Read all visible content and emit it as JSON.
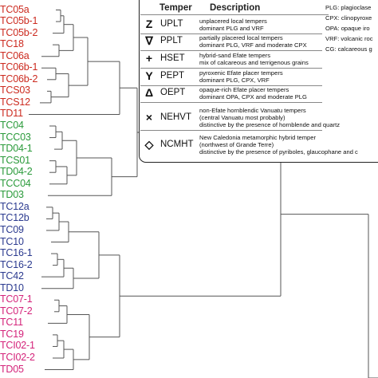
{
  "leaves": [
    {
      "label": "TC05a",
      "color": "#cc2a1f"
    },
    {
      "label": "TC05b-1",
      "color": "#cc2a1f"
    },
    {
      "label": "TC05b-2",
      "color": "#cc2a1f"
    },
    {
      "label": "TC18",
      "color": "#cc2a1f"
    },
    {
      "label": "TC06a",
      "color": "#cc2a1f"
    },
    {
      "label": "TC06b-1",
      "color": "#cc2a1f"
    },
    {
      "label": "TC06b-2",
      "color": "#cc2a1f"
    },
    {
      "label": "TCS03",
      "color": "#cc2a1f"
    },
    {
      "label": "TCS12",
      "color": "#cc2a1f"
    },
    {
      "label": "TD11",
      "color": "#cc2a1f"
    },
    {
      "label": "TC04",
      "color": "#2a9a3a"
    },
    {
      "label": "TCC03",
      "color": "#2a9a3a"
    },
    {
      "label": "TD04-1",
      "color": "#2a9a3a"
    },
    {
      "label": "TCS01",
      "color": "#2a9a3a"
    },
    {
      "label": "TD04-2",
      "color": "#2a9a3a"
    },
    {
      "label": "TCC04",
      "color": "#2a9a3a"
    },
    {
      "label": "TD03",
      "color": "#2a9a3a"
    },
    {
      "label": "TC12a",
      "color": "#2b3a8f"
    },
    {
      "label": "TC12b",
      "color": "#2b3a8f"
    },
    {
      "label": "TC09",
      "color": "#2b3a8f"
    },
    {
      "label": "TC10",
      "color": "#2b3a8f"
    },
    {
      "label": "TC16-1",
      "color": "#2b3a8f"
    },
    {
      "label": "TC16-2",
      "color": "#2b3a8f"
    },
    {
      "label": "TC42",
      "color": "#2b3a8f"
    },
    {
      "label": "TD10",
      "color": "#2b3a8f"
    },
    {
      "label": "TC07-1",
      "color": "#d4237a"
    },
    {
      "label": "TC07-2",
      "color": "#d4237a"
    },
    {
      "label": "TC11",
      "color": "#d4237a"
    },
    {
      "label": "TC19",
      "color": "#d4237a"
    },
    {
      "label": "TCI02-1",
      "color": "#d4237a"
    },
    {
      "label": "TCI02-2",
      "color": "#d4237a"
    },
    {
      "label": "TD05",
      "color": "#d4237a"
    }
  ],
  "legend": {
    "header_temper": "Temper",
    "header_description": "Description",
    "rows": [
      {
        "symbol": "Z",
        "code": "UPLT",
        "desc1": "unplacered local tempers",
        "desc2": "dominant PLG and VRF",
        "desc3": ""
      },
      {
        "symbol": "∇",
        "code": "PPLT",
        "desc1": "partially placered local tempers",
        "desc2": "dominant PLG, VRF and moderate CPX",
        "desc3": ""
      },
      {
        "symbol": "+",
        "code": "HSET",
        "desc1": "hybrid-sand Efate tempers",
        "desc2": "mix of calcareous and terrigenous grains",
        "desc3": ""
      },
      {
        "symbol": "Y",
        "code": "PEPT",
        "desc1": "pyroxenic Efate placer tempers",
        "desc2": "dominant PLG, CPX, VRF",
        "desc3": ""
      },
      {
        "symbol": "Δ",
        "code": "OEPT",
        "desc1": "opaque-rich Efate placer tempers",
        "desc2": "dominant OPA, CPX and moderate PLG",
        "desc3": ""
      },
      {
        "symbol": "×",
        "code": "NEHVT",
        "desc1": "non-Efate hornblendic Vanuatu tempers",
        "desc2": "(central Vanuatu most probably)",
        "desc3": "distinctive by the presence of hornblende and quartz"
      },
      {
        "symbol": "◇",
        "code": "NCMHT",
        "desc1": "New Caledonia metamorphic hybrid temper",
        "desc2": "(northwest of Grande Terre)",
        "desc3": "distinctive by the presence of pyriboles, glaucophane and c"
      }
    ],
    "abbreviations": [
      "PLG: plagioclase",
      "CPX: clinopyroxe",
      "OPA: opaque iro",
      "VRF: volcanic roc",
      "CG: calcareous g"
    ]
  }
}
